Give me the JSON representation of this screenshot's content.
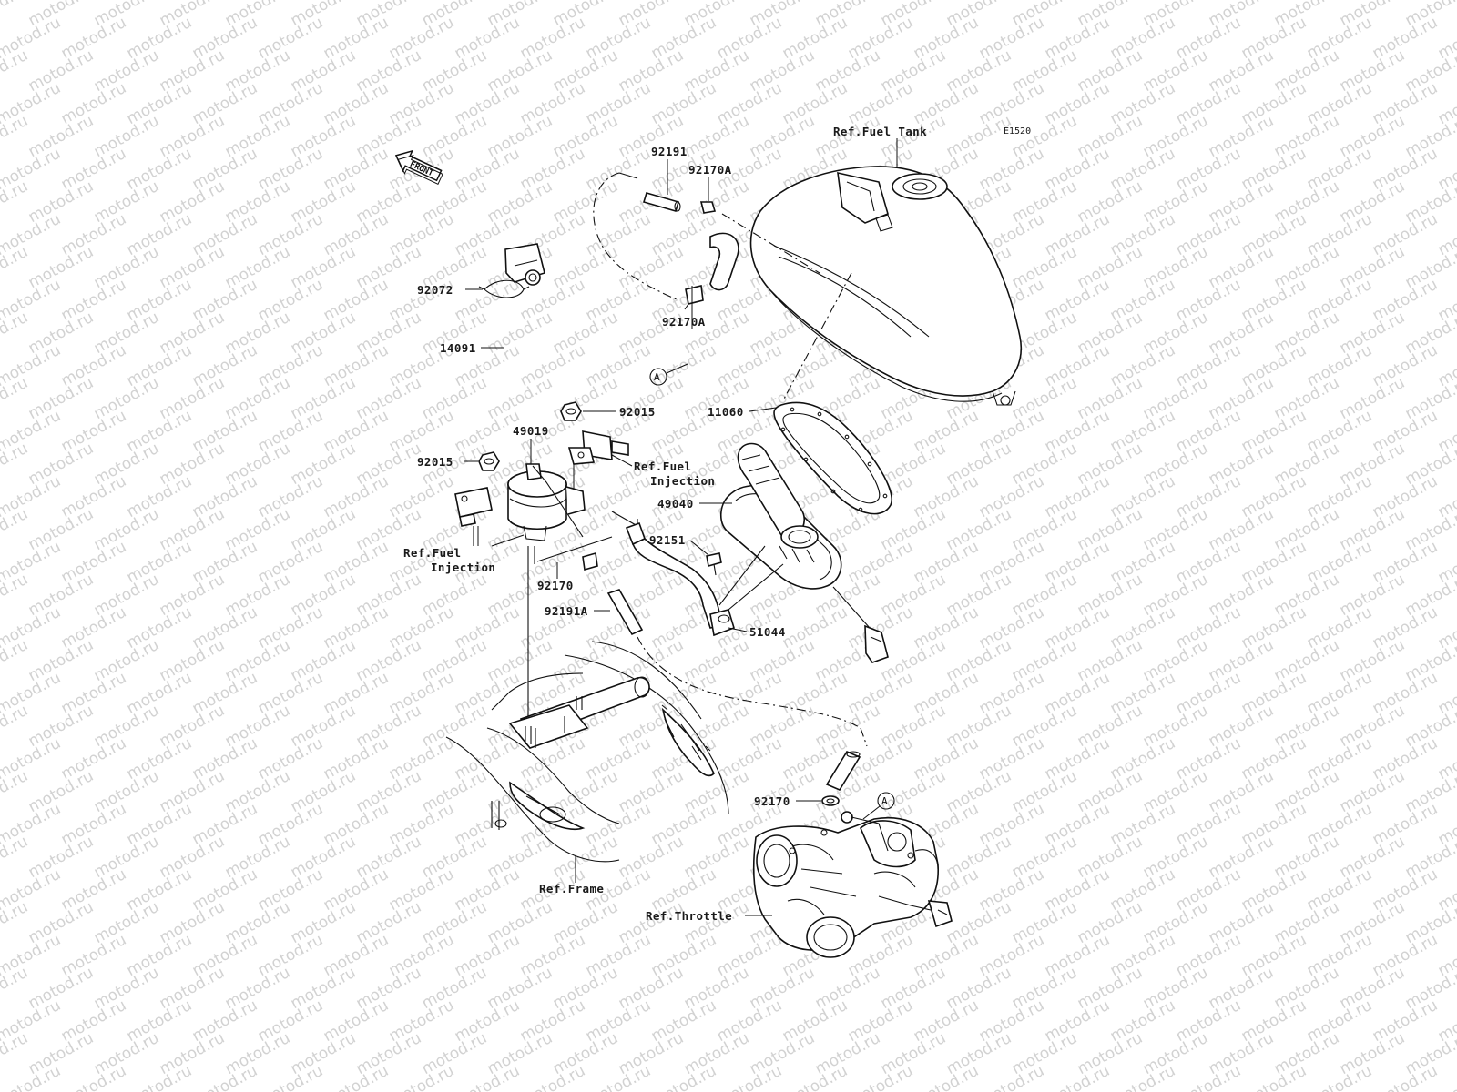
{
  "watermark": "motod.ru",
  "diagram_code": "E1520",
  "front_arrow": "FRONT",
  "ref_point": "A",
  "part_labels": {
    "p92191": "92191",
    "p92170A_top": "92170A",
    "p92072": "92072",
    "p14091": "14091",
    "p92170A_mid": "92170A",
    "p92015_right": "92015",
    "p49019": "49019",
    "p92015_left": "92015",
    "p11060": "11060",
    "p49040": "49040",
    "p92151": "92151",
    "p92170_mid": "92170",
    "p92191A": "92191A",
    "p51044": "51044",
    "p92170_low": "92170"
  },
  "ref_labels": {
    "fuel_tank": "Ref.Fuel Tank",
    "fuel_injection_right_1": "Ref.Fuel",
    "fuel_injection_right_2": "Injection",
    "fuel_injection_left_1": "Ref.Fuel",
    "fuel_injection_left_2": "Injection",
    "frame": "Ref.Frame",
    "throttle": "Ref.Throttle"
  }
}
